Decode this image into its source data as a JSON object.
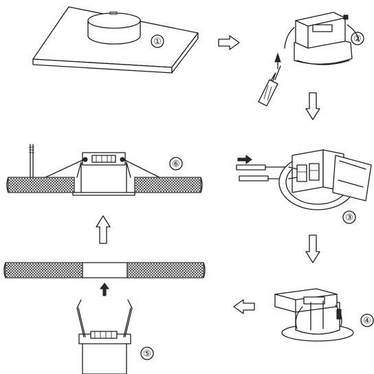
{
  "diagram": {
    "steps": [
      {
        "label": "①",
        "icon": "ceiling-cutout-icon"
      },
      {
        "label": "②",
        "icon": "screwdriver-junction-box-icon"
      },
      {
        "label": "③",
        "icon": "wiring-terminal-icon"
      },
      {
        "label": "④",
        "icon": "closed-junction-box-icon"
      },
      {
        "label": "⑤",
        "icon": "spring-clips-insert-icon"
      },
      {
        "label": "⑥",
        "icon": "installed-downlight-icon"
      }
    ],
    "colors": {
      "line": "#1a1a1a",
      "background": "#ffffff"
    }
  }
}
